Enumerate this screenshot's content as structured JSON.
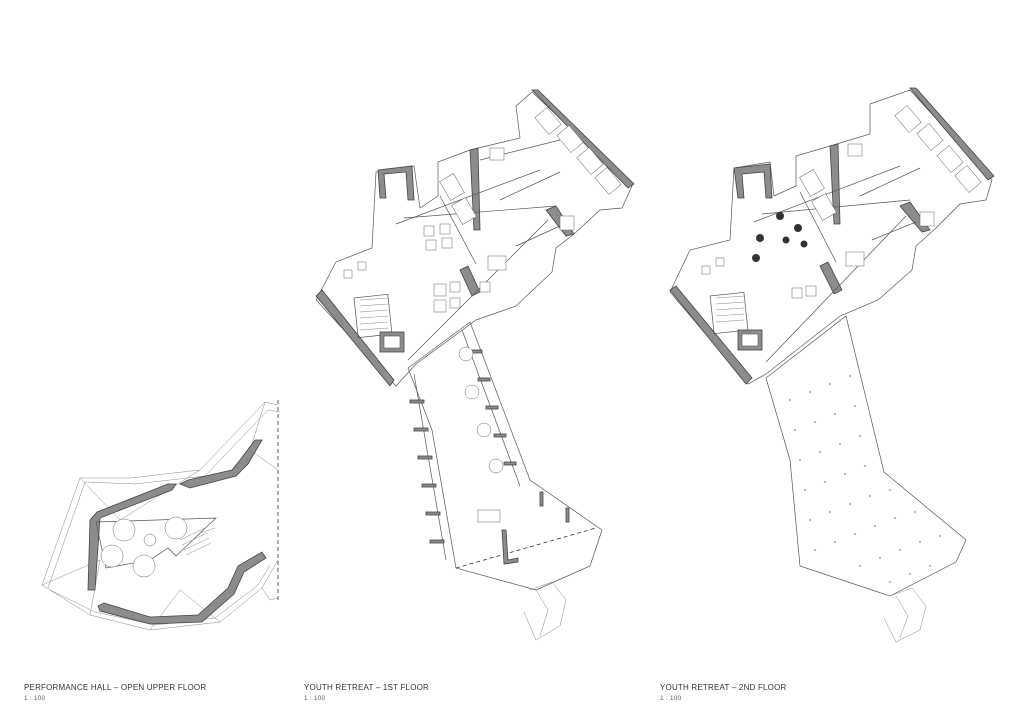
{
  "drawings": [
    {
      "title": "PERFORMANCE HALL – OPEN UPPER FLOOR",
      "scale": "1 : 100"
    },
    {
      "title": "YOUTH RETREAT – 1ST FLOOR",
      "scale": "1 : 100"
    },
    {
      "title": "YOUTH RETREAT – 2ND FLOOR",
      "scale": "1 : 100"
    }
  ]
}
